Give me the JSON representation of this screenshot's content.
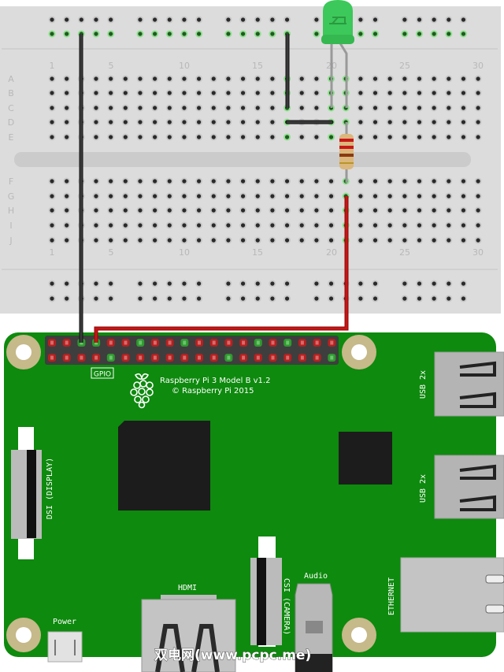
{
  "breadboard": {
    "row_labels_top": [
      "A",
      "B",
      "C",
      "D",
      "E"
    ],
    "row_labels_bottom": [
      "F",
      "G",
      "H",
      "I",
      "J"
    ],
    "column_numbers": [
      "1",
      "5",
      "10",
      "15",
      "20",
      "25",
      "30"
    ]
  },
  "pi": {
    "model": "Raspberry Pi 3 Model B v1.2",
    "copyright": "© Raspberry Pi 2015",
    "gpio_label": "GPIO",
    "usb_top": "USB 2x",
    "usb_bottom": "USB 2x",
    "ethernet": "ETHERNET",
    "dsi": "DSI (DISPLAY)",
    "csi": "CSI (CAMERA)",
    "audio": "Audio",
    "hdmi": "HDMI",
    "power": "Power",
    "header_top_green": [
      2,
      3,
      6,
      9,
      14,
      16
    ],
    "header_bottom_green": [
      4,
      12,
      19
    ]
  },
  "colors": {
    "board": "#0e8a0e",
    "breadboard": "#dcdcdc",
    "led": "#3cc85a",
    "wire_black": "#333333",
    "wire_red": "#c81414"
  },
  "watermark": "双电网(www.pcpc.me)"
}
